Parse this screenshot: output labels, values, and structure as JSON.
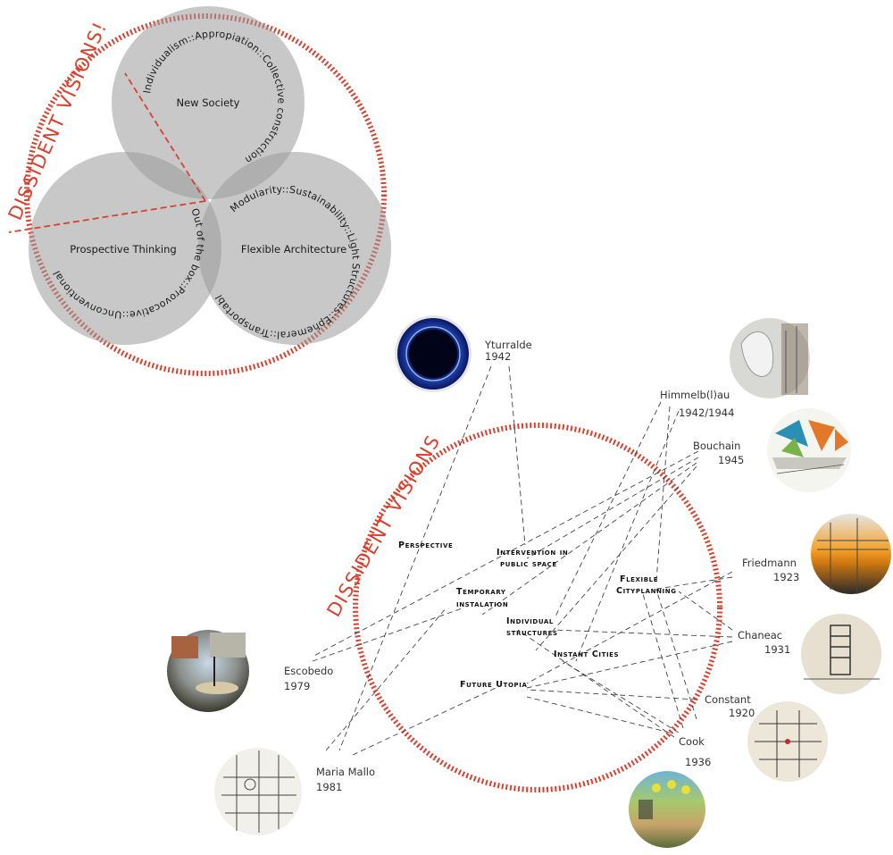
{
  "title": "DISSIDENT VISIONS",
  "title_top": "DISSIDENT VISIONS!",
  "colors": {
    "accent": "#d9412f",
    "venn_fill": "#9a9a9a",
    "line": "#444444"
  },
  "venn": {
    "circles": [
      {
        "id": "new-society",
        "label": "New Society",
        "arc_text": "Individualism::Appropiation::Collective construction"
      },
      {
        "id": "prospective-thinking",
        "label": "Prospective Thinking",
        "arc_text": "Out of the box::Provocative::Unconventional"
      },
      {
        "id": "flexible-architecture",
        "label": "Flexible Architecture",
        "arc_text": "Modularity::Sustainability::Light Structures::Ephemeral::Transportable"
      }
    ]
  },
  "architects": [
    {
      "id": "yturralde",
      "name": "Yturralde",
      "year": "1942"
    },
    {
      "id": "himmelblau",
      "name": "Himmelb(l)au",
      "year": "1942/1944"
    },
    {
      "id": "bouchain",
      "name": "Bouchain",
      "year": "1945"
    },
    {
      "id": "friedmann",
      "name": "Friedmann",
      "year": "1923"
    },
    {
      "id": "chaneac",
      "name": "Chaneac",
      "year": "1931"
    },
    {
      "id": "constant",
      "name": "Constant",
      "year": "1920"
    },
    {
      "id": "cook",
      "name": "Cook",
      "year": "1936"
    },
    {
      "id": "escobedo",
      "name": "Escobedo",
      "year": "1979"
    },
    {
      "id": "maria-mallo",
      "name": "Maria Mallo",
      "year": "1981"
    }
  ],
  "concepts": [
    {
      "id": "perspective",
      "lines": [
        "Perspective"
      ]
    },
    {
      "id": "intervention",
      "lines": [
        "Intervention in",
        "public space"
      ]
    },
    {
      "id": "temporary",
      "lines": [
        "Temporary",
        "instalation"
      ]
    },
    {
      "id": "flexible-cityplanning",
      "lines": [
        "Flexible",
        "Cityplanning"
      ]
    },
    {
      "id": "individual-structures",
      "lines": [
        "Individual",
        "structures"
      ]
    },
    {
      "id": "instant-cities",
      "lines": [
        "Instant Cities"
      ]
    },
    {
      "id": "future-utopia",
      "lines": [
        "Future Utopia"
      ]
    }
  ]
}
